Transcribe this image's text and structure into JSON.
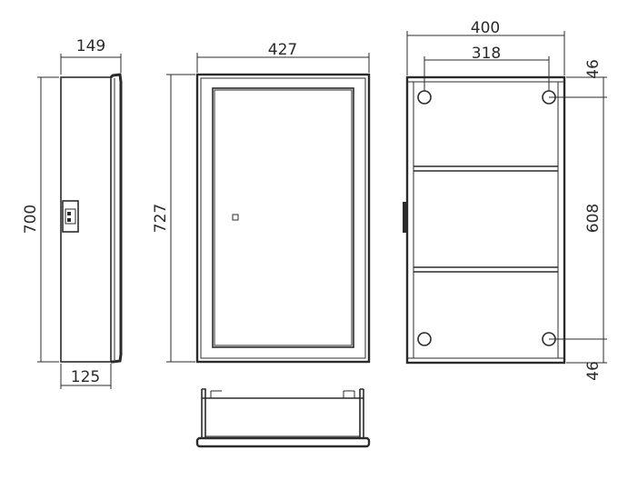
{
  "side_view": {
    "depth_top": "149",
    "height": "700",
    "depth_bottom": "125"
  },
  "front_view": {
    "width": "427",
    "height": "727"
  },
  "back_view": {
    "width": "400",
    "hole_spacing_h": "318",
    "top_offset": "46",
    "hole_spacing_v": "608",
    "bottom_offset": "46"
  }
}
